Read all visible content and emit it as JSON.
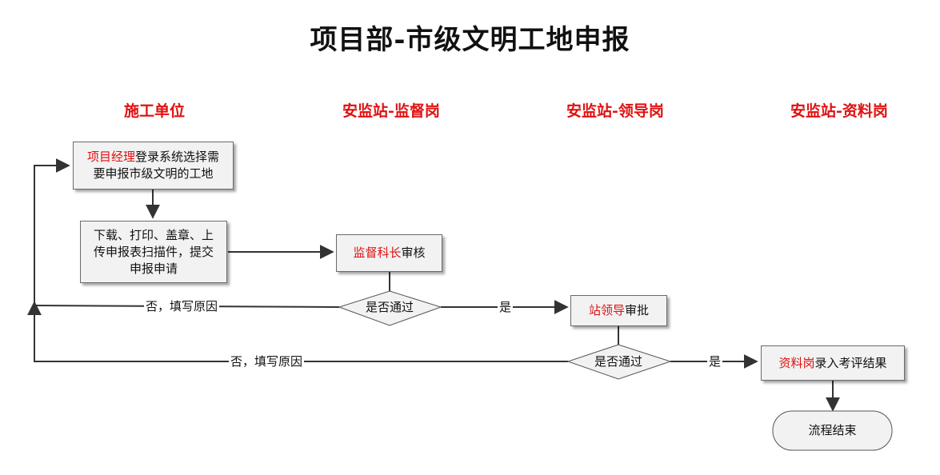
{
  "title": "项目部-市级文明工地申报",
  "lanes": [
    "施工单位",
    "安监站-监督岗",
    "安监站-领导岗",
    "安监站-资料岗"
  ],
  "nodes": {
    "login": {
      "red": "项目经理",
      "line1_rest": "登录系统选择需",
      "line2": "要申报市级文明的工地"
    },
    "download": {
      "line1": "下载、打印、盖章、上",
      "line2": "传申报表扫描件，提交",
      "line3": "申报申请"
    },
    "supervisor_review": {
      "red": "监督科长",
      "rest": "审核"
    },
    "decision1": "是否通过",
    "leader_approve": {
      "red": "站领导",
      "rest": "审批"
    },
    "decision2": "是否通过",
    "records_entry": {
      "red": "资料岗",
      "rest": "录入考评结果"
    },
    "end": "流程结束"
  },
  "edge_labels": {
    "reject1": "否，填写原因",
    "accept1": "是",
    "reject2": "否，填写原因",
    "accept2": "是"
  },
  "colors": {
    "accent": "#e01010",
    "line": "#333333",
    "box_fill": "#f2f2f2"
  }
}
